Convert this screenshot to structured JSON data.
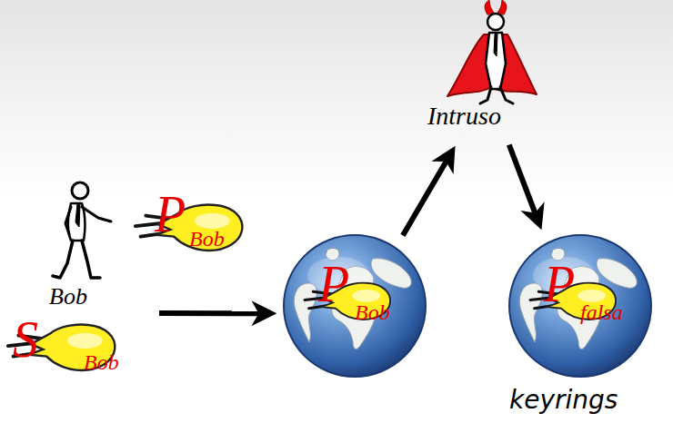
{
  "diagram": {
    "nodes": [
      {
        "text": [
          "Bob"
        ]
      },
      {
        "text": [
          "P",
          "Bob"
        ]
      },
      {
        "text": [
          "Intruso"
        ]
      },
      {
        "text": [
          "P",
          "falsa"
        ]
      }
    ],
    "edges": [
      {
        "from": 0,
        "to": 1,
        "arrow": "to"
      },
      {
        "from": 1,
        "to": 2,
        "arrow": "to"
      },
      {
        "from": 2,
        "to": 3,
        "arrow": "to"
      }
    ],
    "labels": [
      "P",
      "Bob",
      "S",
      "Bob",
      "keyrings"
    ]
  }
}
